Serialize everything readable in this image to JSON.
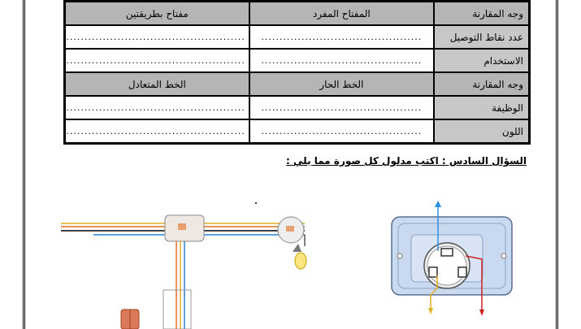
{
  "table": {
    "header_row_1": {
      "label": "وجه المقارنة",
      "col_a": "المفتاح المفرد",
      "col_b": "مفتاح بطريقتين"
    },
    "rows_1": [
      {
        "label": "عدد نقاط التوصيل",
        "col_a": "............................................",
        "col_b": "..............................................................."
      },
      {
        "label": "الاستخدام",
        "col_a": "............................................",
        "col_b": "..............................................................."
      }
    ],
    "header_row_2": {
      "label": "وجه المقارنة",
      "col_a": "الخط الحار",
      "col_b": "الخط المتعادل"
    },
    "rows_2": [
      {
        "label": "الوظيفة",
        "col_a": "............................................",
        "col_b": "..............................................................."
      },
      {
        "label": "اللون",
        "col_a": "............................................",
        "col_b": "..............................................................."
      }
    ]
  },
  "question": {
    "title": "السؤال السادس : اكتب مدلول كل صورة  مما يلي :"
  },
  "figures": {
    "left": {
      "icon": "wiring-circuit-diagram",
      "wire_colors": {
        "live": "#e07020",
        "neutral": "#2a7fd0",
        "earth": "#e0b020",
        "black": "#000000"
      }
    },
    "right": {
      "icon": "socket-outlet-diagram",
      "plate_color": "#c9daf0",
      "arrow_up": "#2a8fe0",
      "arrow_down_left": "#e0b020",
      "arrow_down_right": "#d02020"
    }
  }
}
